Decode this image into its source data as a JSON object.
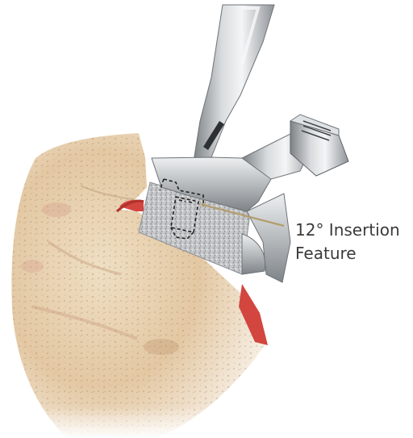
{
  "callout": {
    "line1": "12° Insertion",
    "line2": "Feature"
  },
  "colors": {
    "bone_base": "#e8d3b4",
    "bone_shadow": "#c9a57e",
    "cut_surface": "#d2463f",
    "implant": "#b9bbbd",
    "instrument": "#a9adb1",
    "leader_line": "#b39d6e",
    "outline": "#222222"
  },
  "icons": [
    "bone-illustration",
    "implant-block",
    "insertion-instrument",
    "insertion-feature-outline"
  ]
}
